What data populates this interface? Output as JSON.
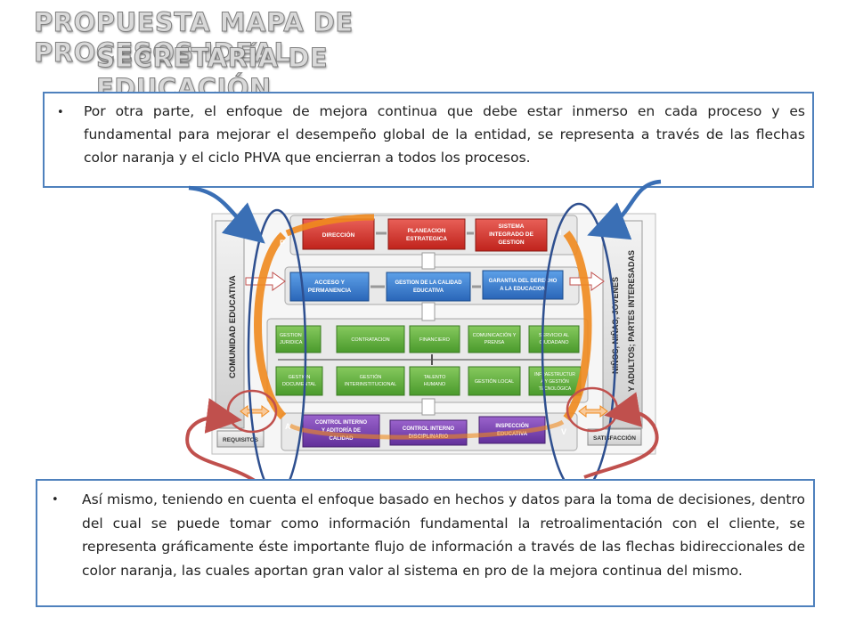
{
  "title": {
    "line1": "PROPUESTA MAPA DE PROCESOS IDEAL",
    "line2": "SECRETARÍA DE EDUCACIÓN"
  },
  "box_top": {
    "bullet": "•",
    "text": "Por otra parte, el enfoque de mejora continua que debe estar inmerso en cada proceso y es fundamental para mejorar el desempeño global de la entidad, se representa a través de las flechas color naranja y el ciclo PHVA que encierran a todos los procesos."
  },
  "box_bottom": {
    "bullet": "•",
    "text": "Así mismo, teniendo en cuenta el enfoque basado en hechos y datos para la toma de decisiones, dentro del cual se puede tomar como información fundamental la retroalimentación con el cliente, se representa gráficamente éste importante flujo de información a través de las flechas bidireccionales de color naranja, las cuales aportan gran valor al sistema en pro de la mejora continua del mismo."
  },
  "diagram": {
    "left_label": "COMUNIDAD  EDUCATIVA",
    "right_label_1": "NIÑOS, NIÑAS, JOVENES",
    "right_label_2": "Y ADULTOS; PARTES INTERESADAS",
    "requisitos": "REQUISITOS",
    "satisfaccion": "SATISFACCIÓN",
    "phva": {
      "p": "P",
      "h": "H",
      "v": "V",
      "a": "A"
    },
    "strategic": {
      "direccion": "DIRECCIÓN",
      "planeacion_1": "PLANEACION",
      "planeacion_2": "ESTRATEGICA",
      "sistema_1": "SISTEMA",
      "sistema_2": "INTEGRADO DE",
      "sistema_3": "GESTION"
    },
    "mission": {
      "acceso_1": "ACCESO Y",
      "acceso_2": "PERMANENCIA",
      "gestion_1": "GESTION  DE LA CALIDAD",
      "gestion_2": "EDUCATIVA",
      "garantia_1": "GARANTIA DEL DERECHO",
      "garantia_2": "A LA EDUCACION"
    },
    "support_row1": {
      "juridica_1": "GESTION",
      "juridica_2": "JURIDICA",
      "contratacion": "CONTRATACION",
      "financiero": "FINANCIERO",
      "comunicacion_1": "COMUNICACIÓN Y",
      "comunicacion_2": "PRENSA",
      "servicio_1": "SERVICIO AL",
      "servicio_2": "CIUDADANO"
    },
    "support_row2": {
      "documental_1": "GESTIÓN",
      "documental_2": "DOCUMENTAL",
      "inter_1": "GESTIÓN",
      "inter_2": "INTERINSTITUCIONAL",
      "talento_1": "TALENTO",
      "talento_2": "HUMANO",
      "local": "GESTIÓN LOCAL",
      "infra_1": "INFRAESTRUCTUR",
      "infra_2": "A Y GESTIÓN",
      "infra_3": "TECNOLÓGICA"
    },
    "control": {
      "ci_1": "CONTROL INTERNO",
      "ci_2": "Y ADITORÍA DE",
      "ci_3": "CALIDAD",
      "cd_1": "CONTROL INTERNO",
      "cd_2": "DISCIPLINARIO",
      "insp_1": "INSPECCIÓN",
      "insp_2": "EDUCATIVA"
    },
    "colors": {
      "strategic": "#d9342b",
      "mission": "#3a7fd0",
      "support": "#5fae3a",
      "control": "#7a3fb0",
      "orange": "#f08a1e",
      "ellipse_blue": "#2e4f8f",
      "circle_red": "#c0504d"
    }
  }
}
